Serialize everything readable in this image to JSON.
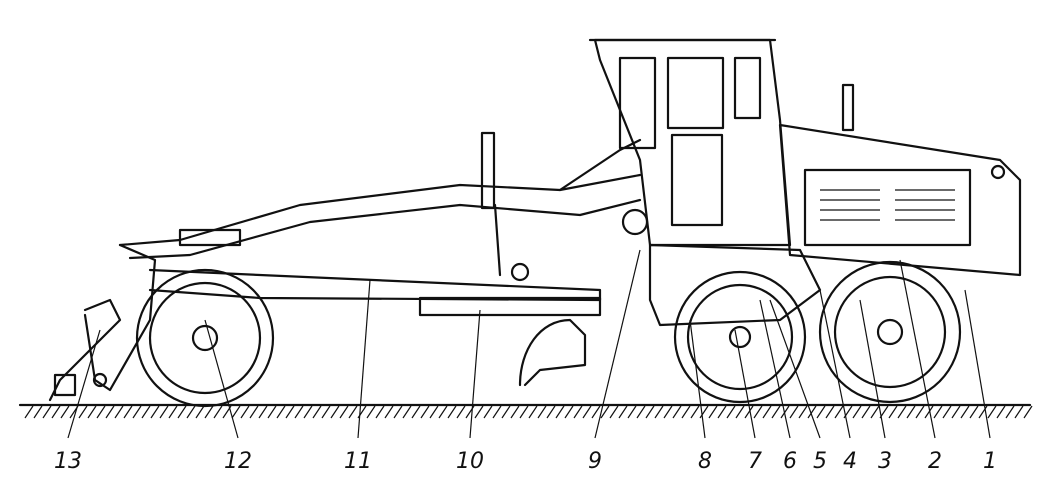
{
  "diagram": {
    "title": "Motor grader side view",
    "callouts": [
      "13",
      "12",
      "11",
      "10",
      "9",
      "8",
      "7",
      "6",
      "5",
      "4",
      "3",
      "2",
      "1"
    ]
  }
}
